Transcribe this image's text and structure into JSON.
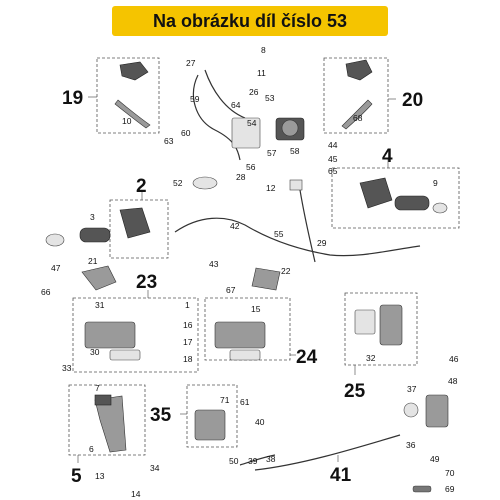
{
  "banner": {
    "text": "Na obrázku díl číslo 53"
  },
  "callouts": {
    "big": [
      "19",
      "20",
      "2",
      "4",
      "23",
      "24",
      "25",
      "35",
      "5",
      "41"
    ],
    "small": [
      "27",
      "8",
      "11",
      "26",
      "59",
      "10",
      "53",
      "60",
      "54",
      "58",
      "64",
      "63",
      "57",
      "56",
      "28",
      "52",
      "12",
      "44",
      "45",
      "65",
      "9",
      "3",
      "42",
      "55",
      "29",
      "43",
      "22",
      "21",
      "47",
      "66",
      "67",
      "31",
      "1",
      "16",
      "17",
      "18",
      "30",
      "33",
      "15",
      "7",
      "6",
      "13",
      "14",
      "34",
      "71",
      "61",
      "40",
      "50",
      "39",
      "38",
      "37",
      "36",
      "49",
      "48",
      "46",
      "32",
      "70",
      "69",
      "68"
    ]
  }
}
